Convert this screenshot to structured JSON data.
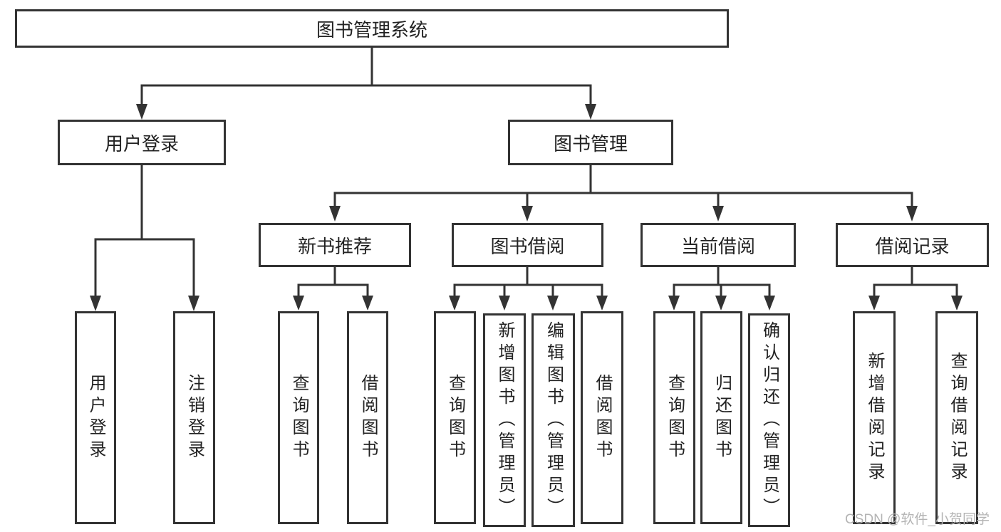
{
  "nodes": {
    "root": "图书管理系统",
    "user_login": "用户登录",
    "book_mgmt": "图书管理",
    "new_book_rec": "新书推荐",
    "book_borrow": "图书借阅",
    "current_borrow": "当前借阅",
    "borrow_records": "借阅记录",
    "leaf_user_login": "用户登录",
    "leaf_logout": "注销登录",
    "leaf_query_book_1": "查询图书",
    "leaf_borrow_book_1": "借阅图书",
    "leaf_query_book_2": "查询图书",
    "leaf_add_book_admin": "新增图书（管理员）",
    "leaf_edit_book_admin": "编辑图书（管理员）",
    "leaf_borrow_book_2": "借阅图书",
    "leaf_query_book_3": "查询图书",
    "leaf_return_book": "归还图书",
    "leaf_confirm_return_admin": "确认归还（管理员）",
    "leaf_add_borrow_record": "新增借阅记录",
    "leaf_query_borrow_record": "查询借阅记录"
  },
  "hierarchy": {
    "图书管理系统": {
      "用户登录": [
        "用户登录",
        "注销登录"
      ],
      "图书管理": {
        "新书推荐": [
          "查询图书",
          "借阅图书"
        ],
        "图书借阅": [
          "查询图书",
          "新增图书（管理员）",
          "编辑图书（管理员）",
          "借阅图书"
        ],
        "当前借阅": [
          "查询图书",
          "归还图书",
          "确认归还（管理员）"
        ],
        "借阅记录": [
          "新增借阅记录",
          "查询借阅记录"
        ]
      }
    }
  },
  "watermark": {
    "text": "CSDN @软件_小贺同学"
  },
  "colors": {
    "line": "#333333",
    "text": "#222222",
    "box_bg": "#ffffff",
    "watermark": "#b4b4b4"
  }
}
